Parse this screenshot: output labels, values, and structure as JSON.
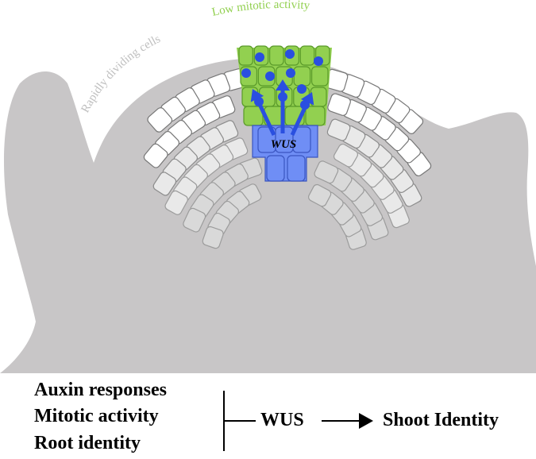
{
  "labels": {
    "rapid": "Rapidly dividing cells",
    "low": "Low mitotic activity",
    "wus_gene": "WUS"
  },
  "bottom": {
    "left_items": [
      "Auxin responses",
      "Mitotic activity",
      "Root identity"
    ],
    "middle": "WUS",
    "right": "Shoot Identity"
  },
  "colors": {
    "tissue": "#c8c6c7",
    "white_cell": "#ffffff",
    "light_cell": "#e9e9e9",
    "mid_cell": "#d9d9d9",
    "green_cell": "#92d050",
    "green_border": "#5a9a2a",
    "blue_cell": "#6f8ef5",
    "blue_dot": "#2a4fe0",
    "low_label": "#92d050",
    "rapid_label": "#bfbfbf"
  }
}
